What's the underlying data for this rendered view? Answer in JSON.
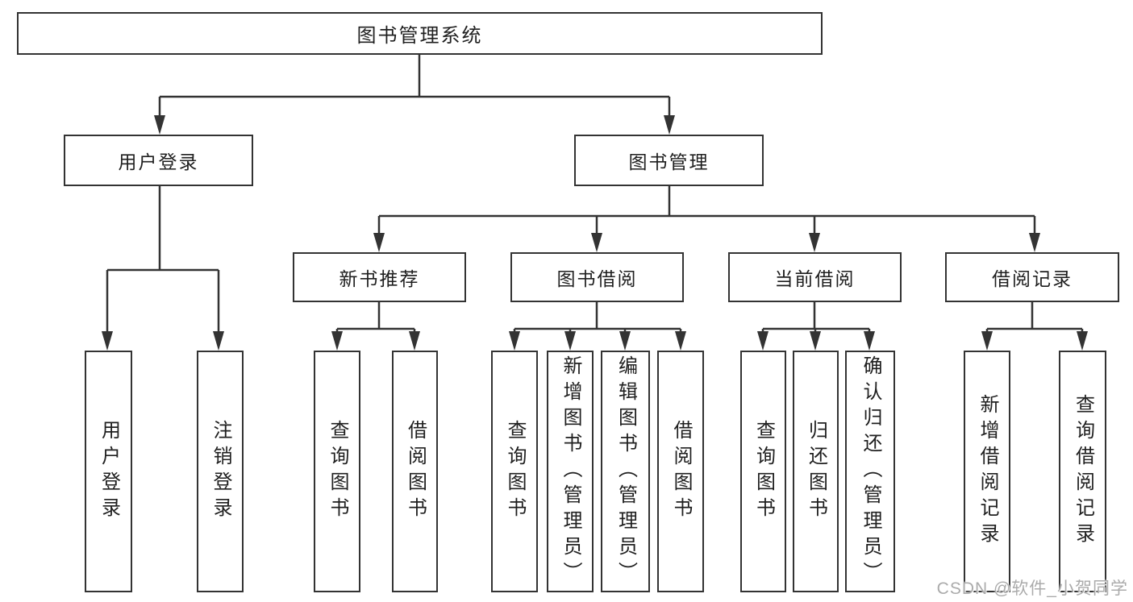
{
  "tree": {
    "label": "图书管理系统",
    "children": {
      "login": {
        "label": "用户登录",
        "children": {
          "user": {
            "label": "用户登录"
          },
          "logout": {
            "label": "注销登录"
          }
        }
      },
      "mgmt": {
        "label": "图书管理",
        "children": {
          "rec": {
            "label": "新书推荐",
            "children": {
              "query": {
                "label": "查询图书"
              },
              "lend": {
                "label": "借阅图书"
              }
            }
          },
          "borrow": {
            "label": "图书借阅",
            "children": {
              "query": {
                "label": "查询图书"
              },
              "add": {
                "label": "新增图书（管理员）"
              },
              "edit": {
                "label": "编辑图书（管理员）"
              },
              "lend": {
                "label": "借阅图书"
              }
            }
          },
          "current": {
            "label": "当前借阅",
            "children": {
              "query": {
                "label": "查询图书"
              },
              "return": {
                "label": "归还图书"
              },
              "confirm": {
                "label": "确认归还（管理员）"
              }
            }
          },
          "records": {
            "label": "借阅记录",
            "children": {
              "add": {
                "label": "新增借阅记录"
              },
              "query": {
                "label": "查询借阅记录"
              }
            }
          }
        }
      }
    }
  },
  "watermark": {
    "text": "CSDN @软件_小贺同学"
  },
  "colors": {
    "line": "#333333",
    "border": "#333333",
    "text": "#1f1f1f",
    "watermark": "#ababab",
    "background": "#ffffff"
  }
}
